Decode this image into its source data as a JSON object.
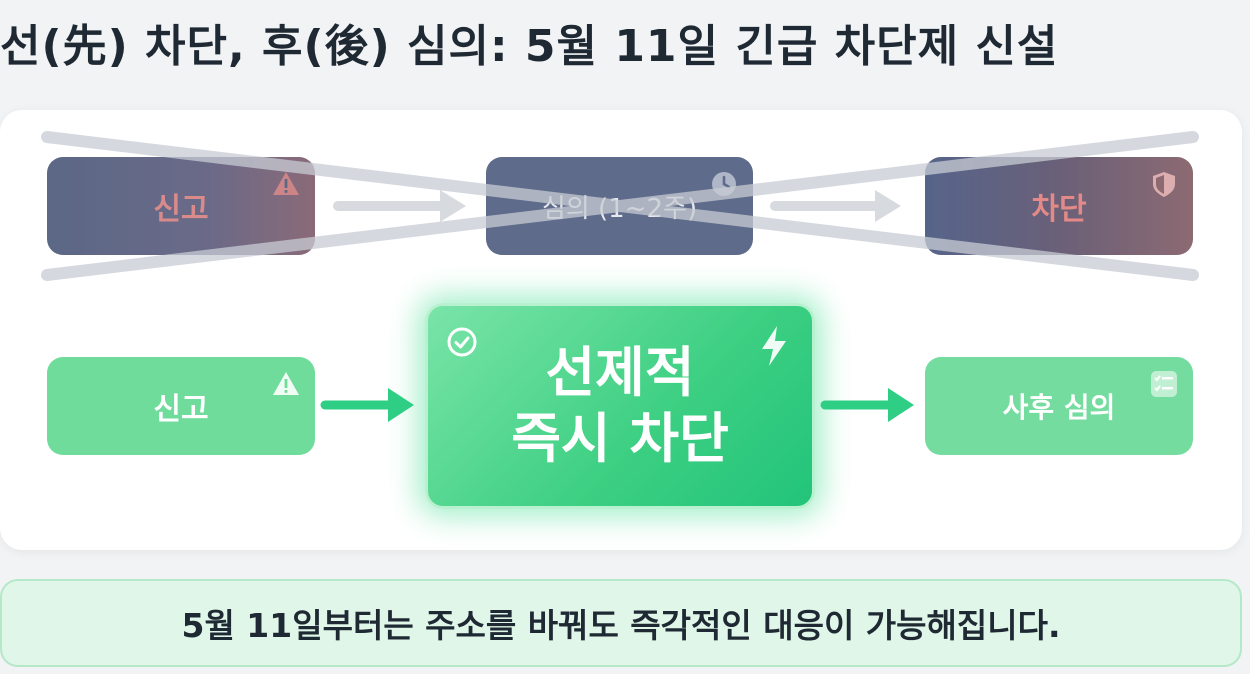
{
  "title": "선(先) 차단, 후(後) 심의: 5월 11일 긴급 차단제 신설",
  "old_flow": {
    "steps": [
      {
        "label": "신고",
        "icon": "warning-icon"
      },
      {
        "label": "심의 (1~2주)",
        "icon": "clock-icon"
      },
      {
        "label": "차단",
        "icon": "shield-icon"
      }
    ],
    "crossed_out": true
  },
  "new_flow": {
    "steps": [
      {
        "label": "신고",
        "icon": "warning-icon"
      },
      {
        "label_line1": "선제적",
        "label_line2": "즉시 차단",
        "icons": [
          "check-circle-icon",
          "lightning-icon"
        ]
      },
      {
        "label": "사후 심의",
        "icon": "checklist-icon"
      }
    ]
  },
  "banner": "5월 11일부터는 주소를 바꿔도 즉각적인 대응이 가능해집니다.",
  "colors": {
    "old_box": "#5e6b8a",
    "new_box": "#6fdc9b",
    "center_box": "#3ccf82",
    "arrow_green": "#2ecf85",
    "arrow_grey": "#cfd3d9",
    "banner_bg": "#e0f6e8"
  }
}
